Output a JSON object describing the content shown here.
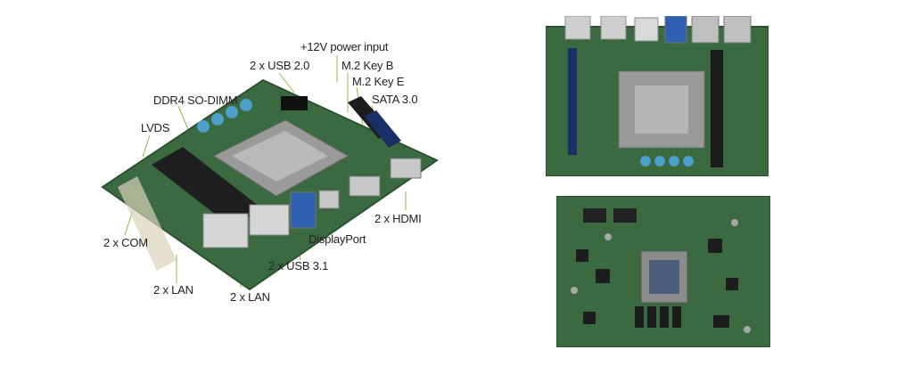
{
  "callouts": {
    "power_input": "+12V power input",
    "usb20": "2 x USB 2.0",
    "m2_key_b": "M.2 Key B",
    "m2_key_e": "M.2 Key E",
    "ddr4": "DDR4 SO-DIMM",
    "sata": "SATA 3.0",
    "lvds": "LVDS",
    "hdmi": "2 x HDMI",
    "com": "2 x COM",
    "displayport": "DisplayPort",
    "usb31": "2 x USB 3.1",
    "lan_left": "2 x LAN",
    "lan_bottom": "2 x LAN"
  },
  "colors": {
    "pcb": "#3b6a40",
    "pcb_dark": "#2c5232",
    "heatsink": "#9a9a9a",
    "leader": "#8ab84a"
  }
}
